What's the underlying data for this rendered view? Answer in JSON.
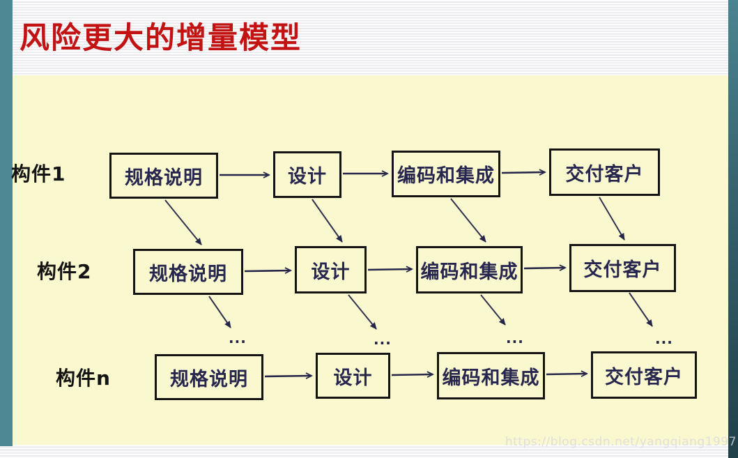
{
  "page": {
    "title": "风险更大的增量模型",
    "watermark": "https://blog.csdn.net/yangqiang1997"
  },
  "colors": {
    "title_red": "#c21212",
    "slide_yellow": "#faf8cf",
    "left_bar_teal": "#4e8894",
    "right_bar_teal_dark": "#20404a",
    "box_border": "#141414",
    "box_text_navy": "#26264e",
    "arrow_navy": "#26264a"
  },
  "diagram": {
    "ellipsis": "...",
    "rows": [
      {
        "label": "构件1",
        "boxes": [
          "规格说明",
          "设计",
          "编码和集成",
          "交付客户"
        ]
      },
      {
        "label": "构件2",
        "boxes": [
          "规格说明",
          "设计",
          "编码和集成",
          "交付客户"
        ]
      },
      {
        "label": "构件n",
        "boxes": [
          "规格说明",
          "设计",
          "编码和集成",
          "交付客户"
        ]
      }
    ]
  }
}
